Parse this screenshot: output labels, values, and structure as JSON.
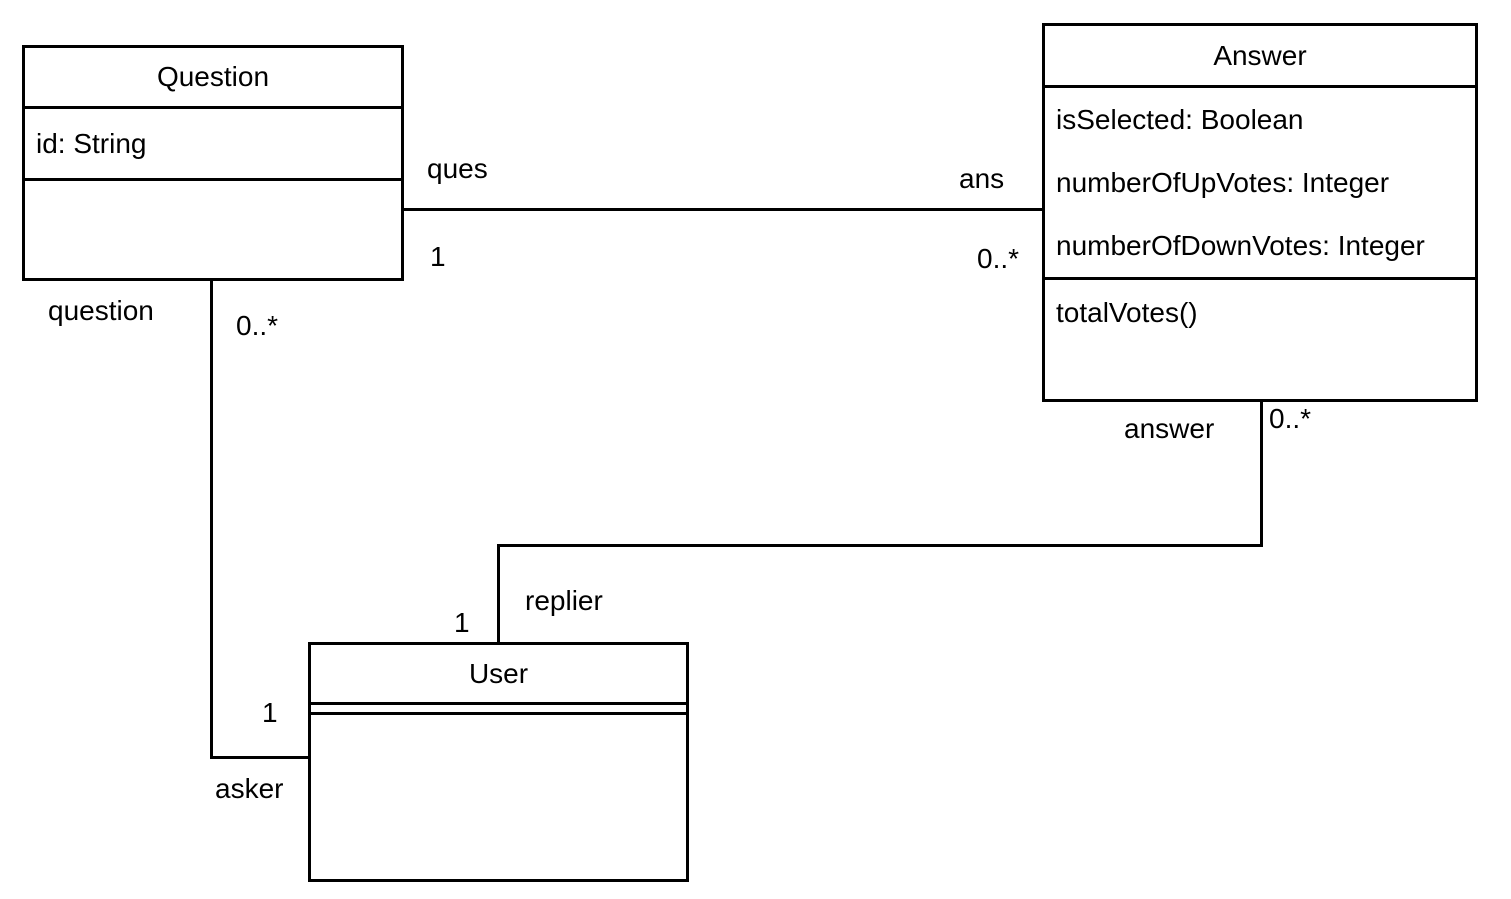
{
  "diagram": {
    "kind": "uml-class-diagram",
    "classes": [
      {
        "name": "Question",
        "attributes": [
          "id: String"
        ],
        "methods": []
      },
      {
        "name": "Answer",
        "attributes": [
          "isSelected: Boolean",
          "numberOfUpVotes: Integer",
          "numberOfDownVotes: Integer"
        ],
        "methods": [
          "totalVotes()"
        ]
      },
      {
        "name": "User",
        "attributes": [],
        "methods": []
      }
    ],
    "associations": [
      {
        "from": "Question",
        "to": "Answer",
        "from_role": "ques",
        "from_multiplicity": "1",
        "to_role": "ans",
        "to_multiplicity": "0..*"
      },
      {
        "from": "Question",
        "to": "User",
        "from_role": "question",
        "from_multiplicity": "0..*",
        "to_role": "asker",
        "to_multiplicity": "1"
      },
      {
        "from": "Answer",
        "to": "User",
        "from_role": "answer",
        "from_multiplicity": "0..*",
        "to_role": "replier",
        "to_multiplicity": "1"
      }
    ],
    "colors": {
      "line": "#000000",
      "fill": "#ffffff",
      "text": "#000000",
      "background": "#ffffff"
    }
  }
}
